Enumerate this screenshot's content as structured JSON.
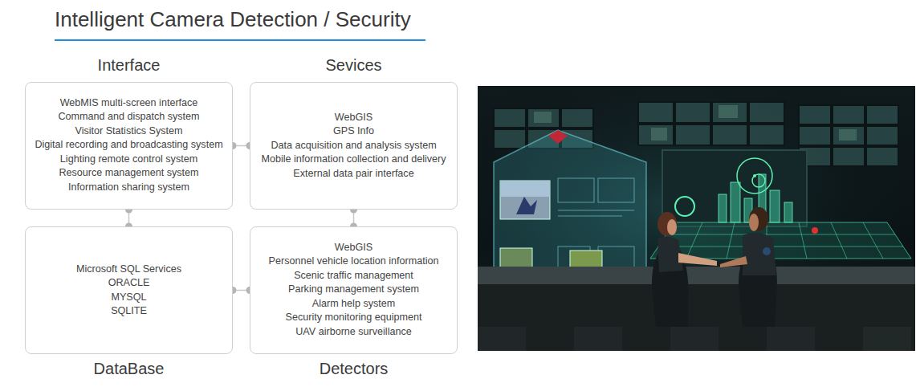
{
  "diagram": {
    "title": "Intelligent Camera Detection / Security",
    "nodes": [
      {
        "text": [
          "Interface",
          "WebMIS multi-screen interface",
          "Command and dispatch system",
          "Visitor Statistics System",
          "Digital recording and broadcasting system",
          "Lighting remote control system",
          "Resource management system",
          "Information sharing system"
        ]
      },
      {
        "text": [
          "Sevices",
          "WebGIS",
          "GPS Info",
          "Data acquisition and analysis system",
          "Mobile information collection and delivery",
          "External data pair interface"
        ]
      },
      {
        "text": [
          "DataBase",
          "Microsoft SQL Services",
          "ORACLE",
          "MYSQL",
          "SQLITE"
        ]
      },
      {
        "text": [
          "Detectors",
          "WebGIS",
          "Personnel vehicle location information",
          "Scenic traffic management",
          "Parking management system",
          "Alarm help system",
          "Security monitoring equipment",
          "UAV airborne surveillance"
        ]
      }
    ],
    "edges": [
      {
        "from": 0,
        "to": 1,
        "arrow": "none"
      },
      {
        "from": 0,
        "to": 2,
        "arrow": "none"
      },
      {
        "from": 1,
        "to": 3,
        "arrow": "none"
      },
      {
        "from": 2,
        "to": 3,
        "arrow": "none"
      }
    ]
  }
}
